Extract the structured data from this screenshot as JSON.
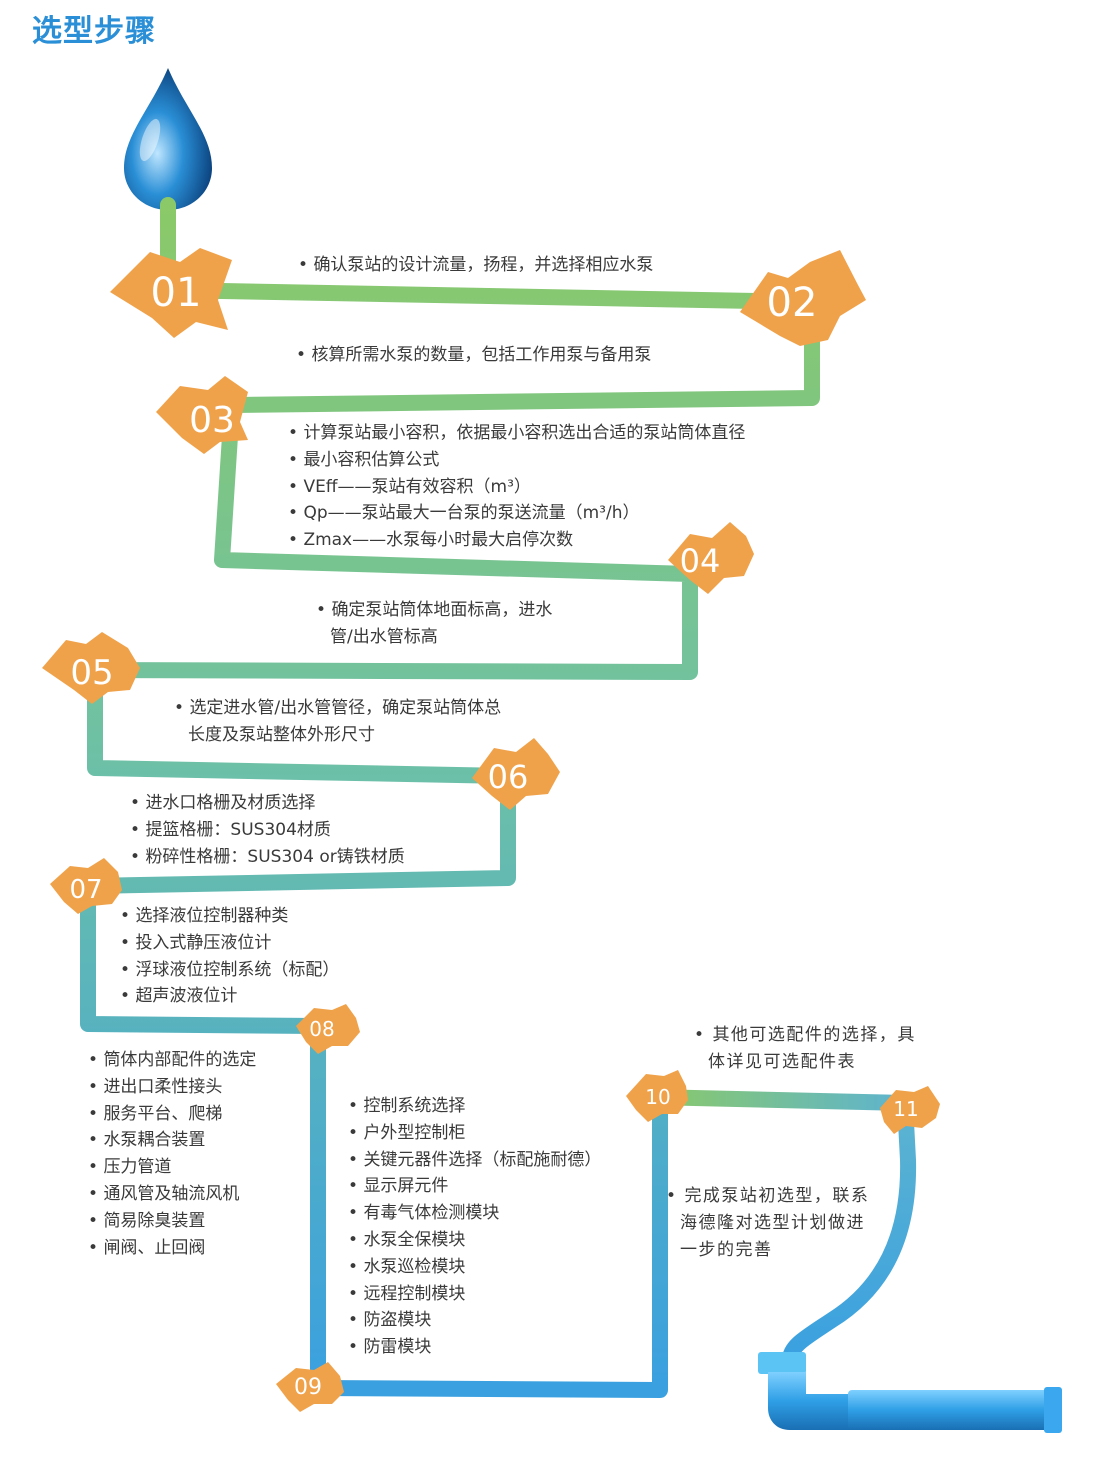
{
  "title": "选型步骤",
  "colors": {
    "title": "#2a8fd6",
    "arrow": "#f0a24a",
    "pipe_start": "#8bc968",
    "pipe_end": "#3aa0e0"
  },
  "steps": {
    "s01": "01",
    "s02": "02",
    "s03": "03",
    "s04": "04",
    "s05": "05",
    "s06": "06",
    "s07": "07",
    "s08": "08",
    "s09": "09",
    "s10": "10",
    "s11": "11"
  },
  "notes": {
    "n01": [
      "确认泵站的设计流量，扬程，并选择相应水泵"
    ],
    "n02": [
      "核算所需水泵的数量，包括工作用泵与备用泵"
    ],
    "n03": [
      "计算泵站最小容积，依据最小容积选出合适的泵站筒体直径",
      "最小容积估算公式",
      "VEff——泵站有效容积（m³）",
      "Qp——泵站最大一台泵的泵送流量（m³/h）",
      "Zmax——水泵每小时最大启停次数"
    ],
    "n04": [
      "确定泵站筒体地面标高，进水",
      "管/出水管标高"
    ],
    "n05": [
      "选定进水管/出水管管径，确定泵站筒体总",
      "长度及泵站整体外形尺寸"
    ],
    "n06": [
      "进水口格栅及材质选择",
      "提篮格栅：SUS304材质",
      "粉碎性格栅：SUS304 or铸铁材质"
    ],
    "n07": [
      "选择液位控制器种类",
      "投入式静压液位计",
      "浮球液位控制系统（标配）",
      "超声波液位计"
    ],
    "n08": [
      "筒体内部配件的选定",
      "进出口柔性接头",
      "服务平台、爬梯",
      "水泵耦合装置",
      "压力管道",
      "通风管及轴流风机",
      "简易除臭装置",
      "闸阀、止回阀"
    ],
    "n09": [
      "控制系统选择",
      "户外型控制柜",
      "关键元器件选择（标配施耐德）",
      "显示屏元件",
      "有毒气体检测模块",
      "水泵全保模块",
      "水泵巡检模块",
      "远程控制模块",
      "防盗模块",
      "防雷模块"
    ],
    "n10": [
      "其他可选配件的选择，具",
      "体详见可选配件表"
    ],
    "n11": [
      "完成泵站初选型，联系",
      "海德隆对选型计划做进",
      "一步的完善"
    ]
  }
}
